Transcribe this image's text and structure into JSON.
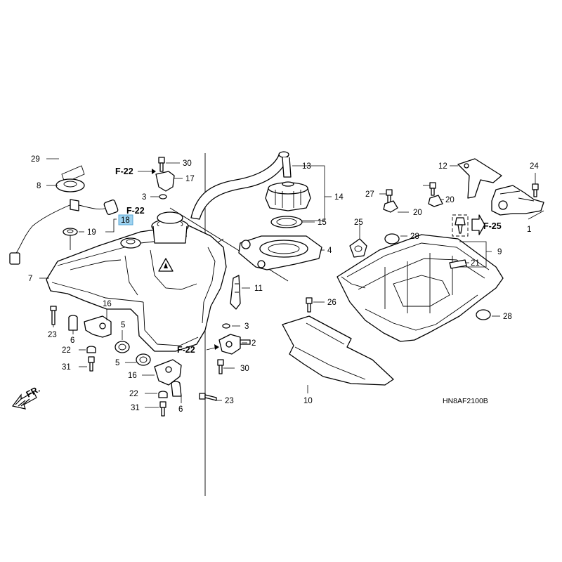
{
  "diagram": {
    "code": "HN8AF2100B",
    "direction_label": "FR.",
    "references": [
      "F-22",
      "F-22",
      "F-22",
      "F-25"
    ],
    "highlighted_callout": "18",
    "callouts": [
      "29",
      "30",
      "8",
      "17",
      "3",
      "13",
      "14",
      "12",
      "24",
      "27",
      "20",
      "20",
      "18",
      "19",
      "15",
      "25",
      "28",
      "1",
      "4",
      "9",
      "21",
      "7",
      "11",
      "16",
      "23",
      "26",
      "3",
      "28",
      "5",
      "2",
      "6",
      "22",
      "5",
      "30",
      "31",
      "16",
      "22",
      "23",
      "10",
      "31",
      "6"
    ]
  }
}
